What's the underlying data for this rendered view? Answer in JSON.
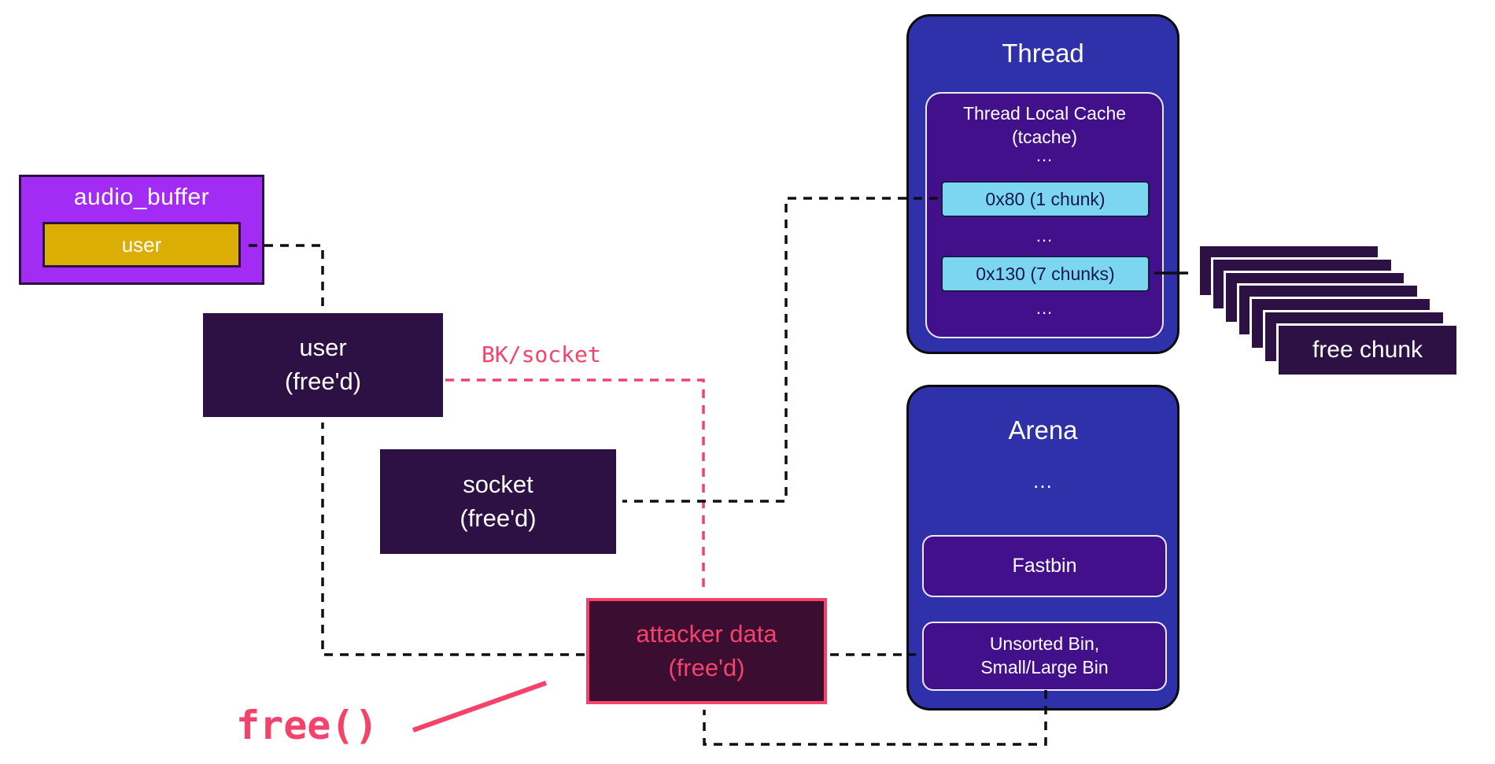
{
  "colors": {
    "violet": "#a32cf4",
    "gold": "#dcae05",
    "dark": "#2d1044",
    "indigo": "#2f31aa",
    "deep_purple": "#43108c",
    "cyan": "#7cd6f1",
    "pink": "#f4436b",
    "maroon": "#3b0d31",
    "ink": "#0e0e0e"
  },
  "audio_buffer": {
    "title": "audio_buffer",
    "inner": "user"
  },
  "user_freed": {
    "line1": "user",
    "line2": "(free'd)"
  },
  "socket_freed": {
    "line1": "socket",
    "line2": "(free'd)"
  },
  "attacker": {
    "line1": "attacker data",
    "line2": "(free'd)"
  },
  "labels": {
    "free_call": "free()",
    "bk_socket": "BK/socket"
  },
  "thread": {
    "title": "Thread",
    "tcache": {
      "title_line1": "Thread Local Cache",
      "title_line2": "(tcache)",
      "ellipsis_top": "...",
      "entry_0x80": "0x80 (1 chunk)",
      "ellipsis_mid": "...",
      "entry_0x130": "0x130 (7 chunks)",
      "ellipsis_bottom": "..."
    }
  },
  "arena": {
    "title": "Arena",
    "ellipsis": "...",
    "fastbin": "Fastbin",
    "unsorted_line1": "Unsorted Bin,",
    "unsorted_line2": "Small/Large Bin"
  },
  "free_chunk_stack": {
    "label": "free chunk",
    "count": 7
  }
}
